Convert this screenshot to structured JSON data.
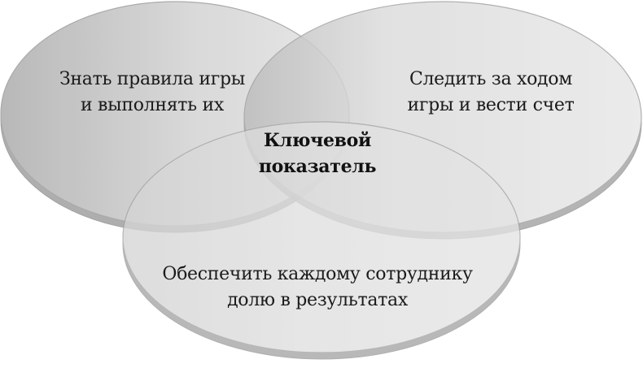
{
  "diagram": {
    "type": "venn-3-ellipses",
    "center_label": {
      "line1": "Ключевой",
      "line2": "показатель"
    },
    "circles": [
      {
        "id": "left",
        "line1": "Знать правила игры",
        "line2": "и выполнять их"
      },
      {
        "id": "right",
        "line1": "Следить за ходом",
        "line2": "игры и вести счет"
      },
      {
        "id": "bottom",
        "line1": "Обеспечить каждому сотруднику",
        "line2": "долю в результатах"
      }
    ],
    "colors": {
      "fill_light": "#e4e4e4",
      "fill_dark": "#b8b8b8",
      "rim": "#a9a9a9",
      "outline": "#9a9a9a",
      "text": "#1a1a1a"
    }
  }
}
